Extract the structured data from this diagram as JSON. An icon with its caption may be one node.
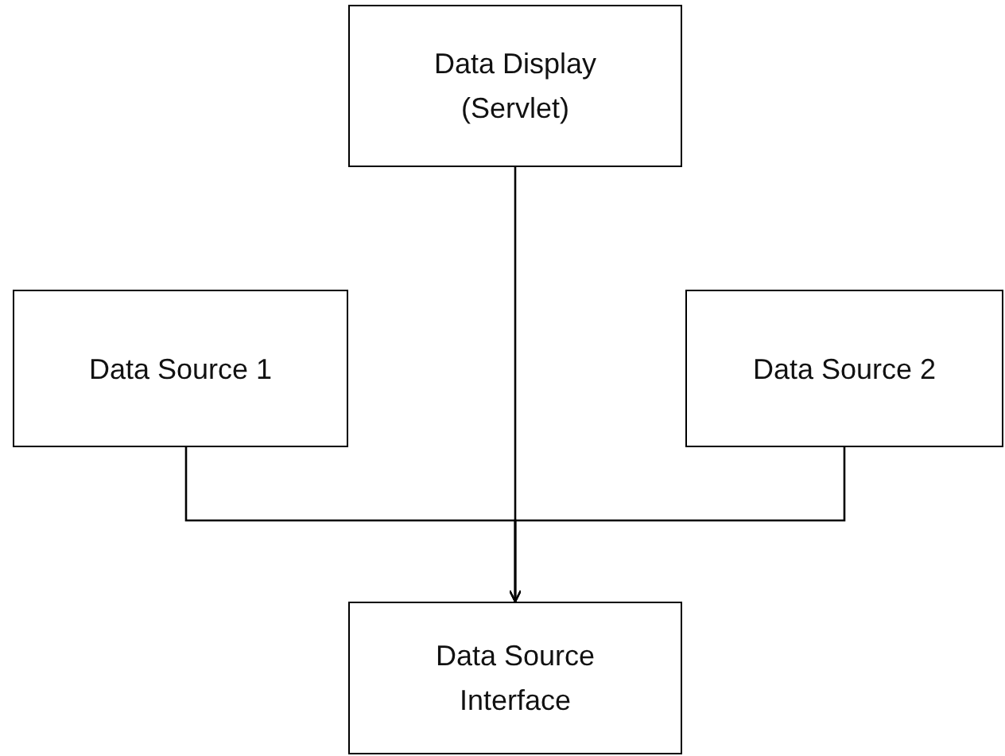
{
  "diagram": {
    "nodes": [
      {
        "text": [
          "Data Display (Servlet)"
        ]
      },
      {
        "text": [
          "Data Source 1"
        ]
      },
      {
        "text": [
          "Data Source 2"
        ]
      },
      {
        "text": [
          "Data Source Interface"
        ]
      }
    ],
    "edges": [
      {
        "from": 0,
        "to": 3,
        "arrow": "to"
      },
      {
        "from": 1,
        "to": 3,
        "arrow": "to"
      },
      {
        "from": 2,
        "to": 3,
        "arrow": "to"
      }
    ]
  }
}
